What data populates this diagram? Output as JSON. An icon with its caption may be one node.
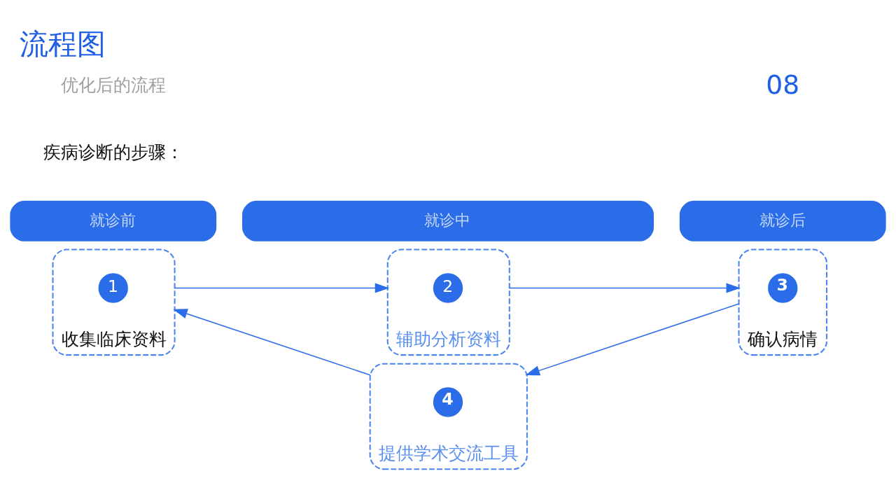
{
  "diagram": {
    "title": "流程图",
    "nodes": [
      {
        "text": [
          "就诊前"
        ]
      },
      {
        "text": [
          "就诊中"
        ]
      },
      {
        "text": [
          "就诊后"
        ]
      },
      {
        "text": [
          "收集临床资料"
        ]
      },
      {
        "text": [
          "1"
        ],
        "in": 3
      },
      {
        "text": [
          "辅助分析资料"
        ]
      },
      {
        "text": [
          "2"
        ],
        "in": 5
      },
      {
        "text": [
          "确认病情"
        ]
      },
      {
        "text": [
          "3"
        ],
        "in": 7
      },
      {
        "text": [
          "提供学术交流工具"
        ]
      },
      {
        "text": [
          "4"
        ],
        "in": 9
      }
    ],
    "edges": [
      {
        "from": 3,
        "to": 5,
        "arrow": "to"
      },
      {
        "from": 5,
        "to": 7,
        "arrow": "to"
      },
      {
        "from": 7,
        "to": 9,
        "arrow": "to"
      },
      {
        "from": 9,
        "to": 3,
        "arrow": "to"
      }
    ],
    "labels": [
      "08",
      "优化后的流程",
      "疾病诊断的步骤："
    ]
  }
}
